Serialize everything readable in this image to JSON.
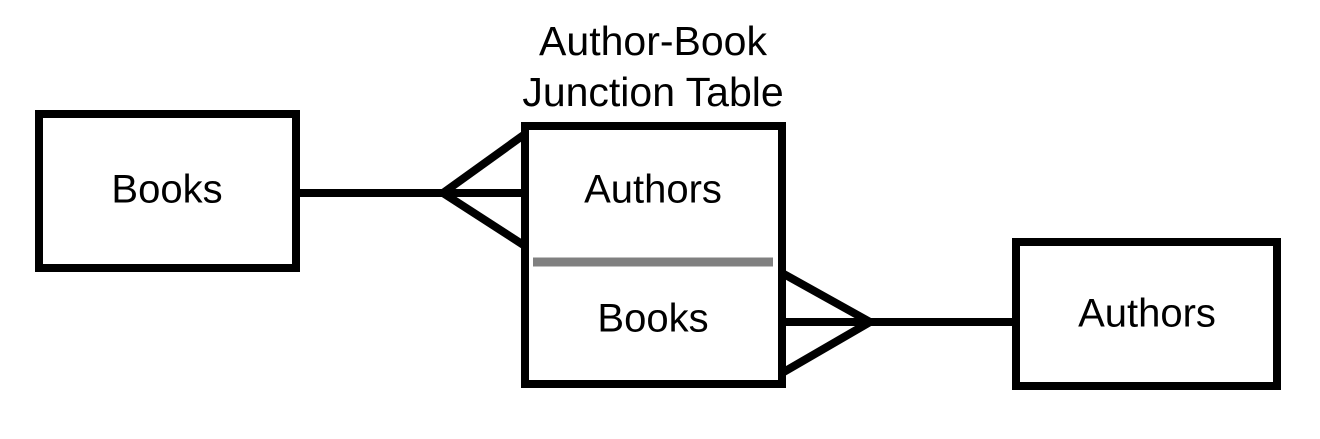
{
  "diagram": {
    "type": "entity-relationship-crowsfoot",
    "background_color": "#ffffff",
    "line_color": "#000000",
    "divider_color": "#808080",
    "title": {
      "line1": "Author-Book",
      "line2": "Junction Table"
    },
    "entities": {
      "left_entity": {
        "label": "Books"
      },
      "junction_entity": {
        "top_label": "Authors",
        "bottom_label": "Books"
      },
      "right_entity": {
        "label": "Authors"
      }
    },
    "relationships": [
      {
        "name": "books-to-junction",
        "from": "Books",
        "to": "Author-Book Junction Table",
        "from_cardinality": "one",
        "to_cardinality": "many"
      },
      {
        "name": "junction-to-authors",
        "from": "Author-Book Junction Table",
        "to": "Authors",
        "from_cardinality": "many",
        "to_cardinality": "one"
      }
    ]
  }
}
